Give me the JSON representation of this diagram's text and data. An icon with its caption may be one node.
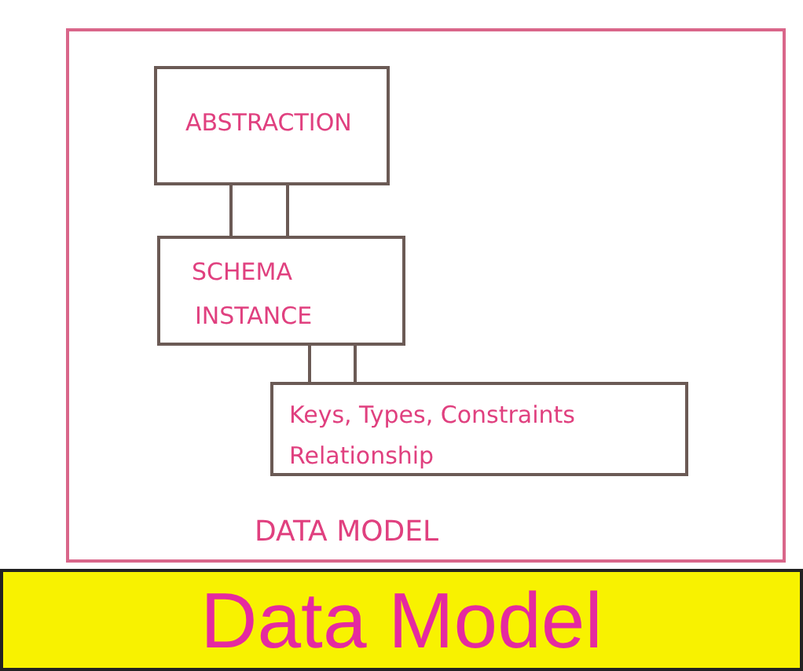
{
  "diagram": {
    "title": "Data Model",
    "nodes": [
      {
        "text": [
          "DATA MODEL"
        ]
      },
      {
        "text": [
          "ABSTRACTION"
        ],
        "in": 0
      },
      {
        "text": [
          "SCHEMA",
          "INSTANCE"
        ],
        "in": 0
      },
      {
        "text": [
          "Keys, Types, Constraints Relationship"
        ],
        "in": 0
      }
    ],
    "edges": [
      {
        "from": 1,
        "to": 2,
        "arrow": "none"
      },
      {
        "from": 1,
        "to": 2,
        "arrow": "none"
      },
      {
        "from": 2,
        "to": 3,
        "arrow": "none"
      },
      {
        "from": 2,
        "to": 3,
        "arrow": "none"
      }
    ]
  }
}
